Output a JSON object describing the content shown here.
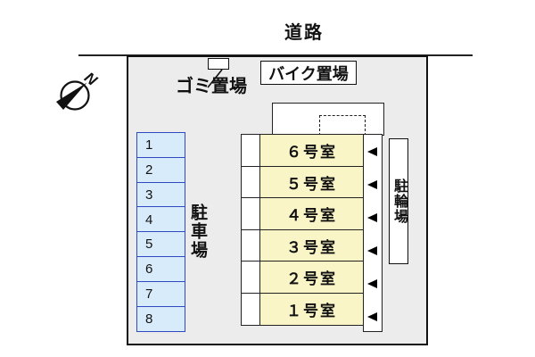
{
  "labels": {
    "road": "道路",
    "garbage": "ゴミ置場",
    "bike_parking": "バイク置場",
    "car_parking": "駐車場",
    "bicycle_parking": "駐輪場"
  },
  "parking_spaces": [
    "1",
    "2",
    "3",
    "4",
    "5",
    "6",
    "7",
    "8"
  ],
  "rooms": [
    "６号室",
    "５号室",
    "４号室",
    "３号室",
    "２号室",
    "１号室"
  ],
  "colors": {
    "site_background": "#ececec",
    "parking_fill": "#d8ebfa",
    "parking_border": "#3149c0",
    "room_fill": "#faf5c6",
    "line": "#111111"
  }
}
